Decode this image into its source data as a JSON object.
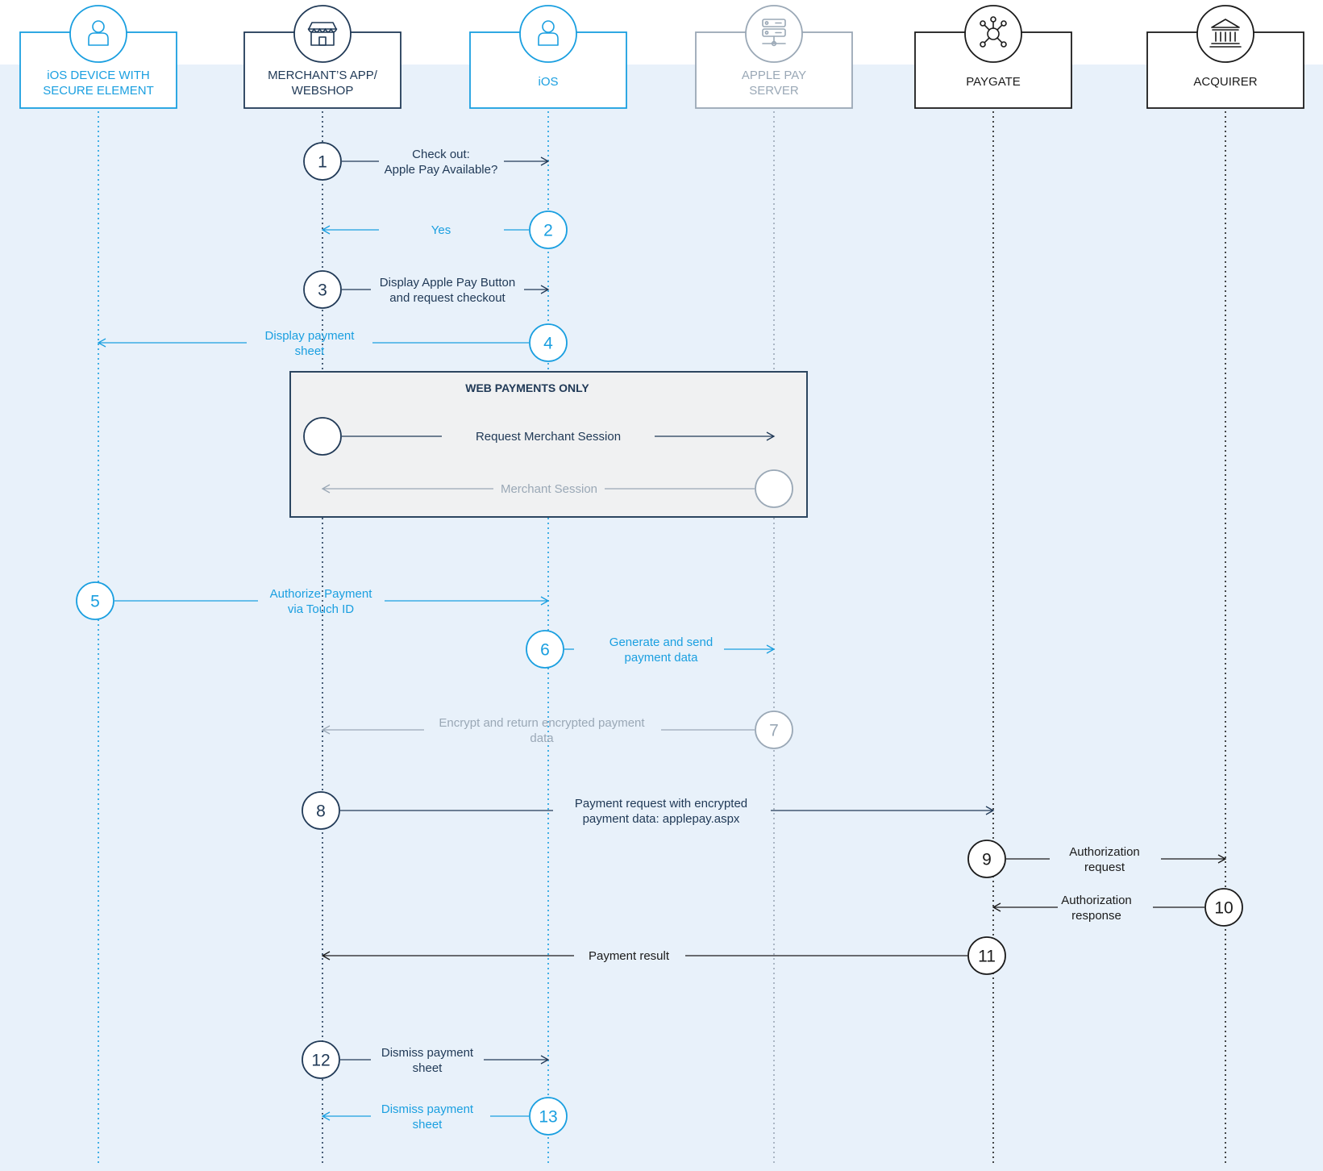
{
  "colors": {
    "background_band": "#e8f1fa",
    "blue": "#1a9fe0",
    "navy": "#213a57",
    "gray": "#9aa8b6",
    "black": "#1b1b1b",
    "box_fill": "#f0f1f2",
    "box_border": "#2c4660"
  },
  "actors": [
    {
      "key": "device",
      "lines": [
        "iOS DEVICE WITH",
        "SECURE ELEMENT"
      ],
      "icon": "person-icon",
      "color": "blue"
    },
    {
      "key": "merchant",
      "lines": [
        "MERCHANT’S APP/",
        "WEBSHOP"
      ],
      "icon": "shop-icon",
      "color": "navy"
    },
    {
      "key": "ios",
      "lines": [
        "iOS"
      ],
      "icon": "person-icon",
      "color": "blue"
    },
    {
      "key": "applepay",
      "lines": [
        "APPLE PAY",
        "SERVER"
      ],
      "icon": "server-icon",
      "color": "gray"
    },
    {
      "key": "paygate",
      "lines": [
        "PAYGATE"
      ],
      "icon": "network-icon",
      "color": "black"
    },
    {
      "key": "acquirer",
      "lines": [
        "ACQUIRER"
      ],
      "icon": "bank-icon",
      "color": "black"
    }
  ],
  "steps": [
    {
      "num": "1",
      "from": "merchant",
      "to": "ios",
      "lines": [
        "Check out:",
        "Apple Pay Available?"
      ],
      "color": "navy"
    },
    {
      "num": "2",
      "from": "ios",
      "to": "merchant",
      "lines": [
        "Yes"
      ],
      "color": "blue"
    },
    {
      "num": "3",
      "from": "merchant",
      "to": "ios",
      "lines": [
        "Display Apple Pay Button",
        "and request checkout"
      ],
      "color": "navy"
    },
    {
      "num": "4",
      "from": "ios",
      "to": "device",
      "lines": [
        "Display payment",
        "sheet"
      ],
      "color": "blue"
    },
    {
      "num": "",
      "from": "merchant",
      "to": "applepay",
      "lines": [
        "Request Merchant Session"
      ],
      "color": "navy"
    },
    {
      "num": "",
      "from": "applepay",
      "to": "merchant",
      "lines": [
        "Merchant Session"
      ],
      "color": "gray"
    },
    {
      "num": "5",
      "from": "device",
      "to": "ios",
      "lines": [
        "Authorize Payment",
        "via Touch ID"
      ],
      "color": "blue"
    },
    {
      "num": "6",
      "from": "ios",
      "to": "applepay",
      "lines": [
        "Generate and send",
        "payment data"
      ],
      "color": "blue"
    },
    {
      "num": "7",
      "from": "applepay",
      "to": "merchant",
      "lines": [
        "Encrypt and return encrypted payment",
        "data"
      ],
      "color": "gray"
    },
    {
      "num": "8",
      "from": "merchant",
      "to": "paygate",
      "lines": [
        "Payment request with encrypted",
        "payment data: applepay.aspx"
      ],
      "color": "navy"
    },
    {
      "num": "9",
      "from": "paygate",
      "to": "acquirer",
      "lines": [
        "Authorization",
        "request"
      ],
      "color": "black"
    },
    {
      "num": "10",
      "from": "acquirer",
      "to": "paygate",
      "lines": [
        "Authorization",
        "response"
      ],
      "color": "black"
    },
    {
      "num": "11",
      "from": "paygate",
      "to": "merchant",
      "lines": [
        "Payment result"
      ],
      "color": "black"
    },
    {
      "num": "12",
      "from": "merchant",
      "to": "ios",
      "lines": [
        "Dismiss payment",
        "sheet"
      ],
      "color": "navy"
    },
    {
      "num": "13",
      "from": "ios",
      "to": "merchant",
      "lines": [
        "Dismiss payment",
        "sheet"
      ],
      "color": "blue"
    }
  ],
  "web_payments_box": {
    "title": "WEB PAYMENTS ONLY"
  }
}
